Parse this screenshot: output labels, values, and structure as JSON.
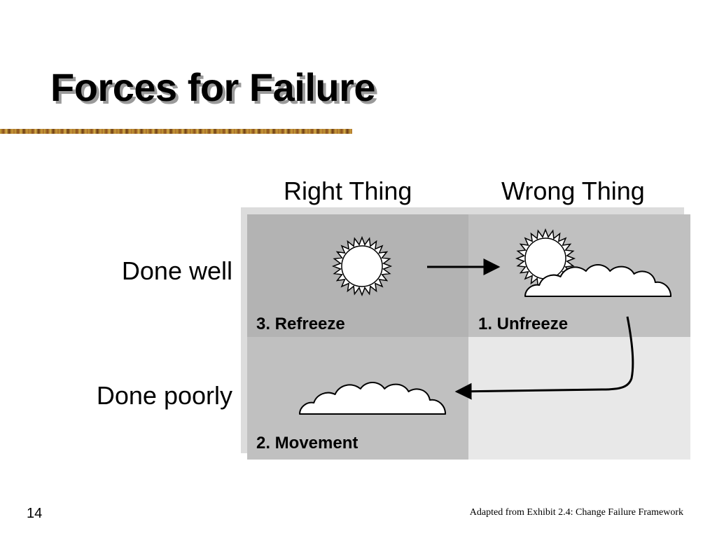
{
  "slide": {
    "title": "Forces for Failure",
    "number": "14",
    "footer": "Adapted from Exhibit 2.4: Change Failure Framework"
  },
  "matrix": {
    "columns": [
      "Right Thing",
      "Wrong Thing"
    ],
    "rows": [
      "Done well",
      "Done poorly"
    ],
    "cells": {
      "right_well": {
        "label": "3. Refreeze",
        "icon": "sun-icon"
      },
      "wrong_well": {
        "label": "1. Unfreeze",
        "icon": "sun-behind-cloud-icon"
      },
      "right_poorly": {
        "label": "2. Movement",
        "icon": "cloud-icon"
      },
      "wrong_poorly": {
        "label": ""
      }
    },
    "colors": {
      "right_well": "#b3b3b3",
      "wrong_well": "#c0c0c0",
      "right_poorly": "#c0c0c0",
      "wrong_poorly": "#e8e8e8"
    }
  }
}
